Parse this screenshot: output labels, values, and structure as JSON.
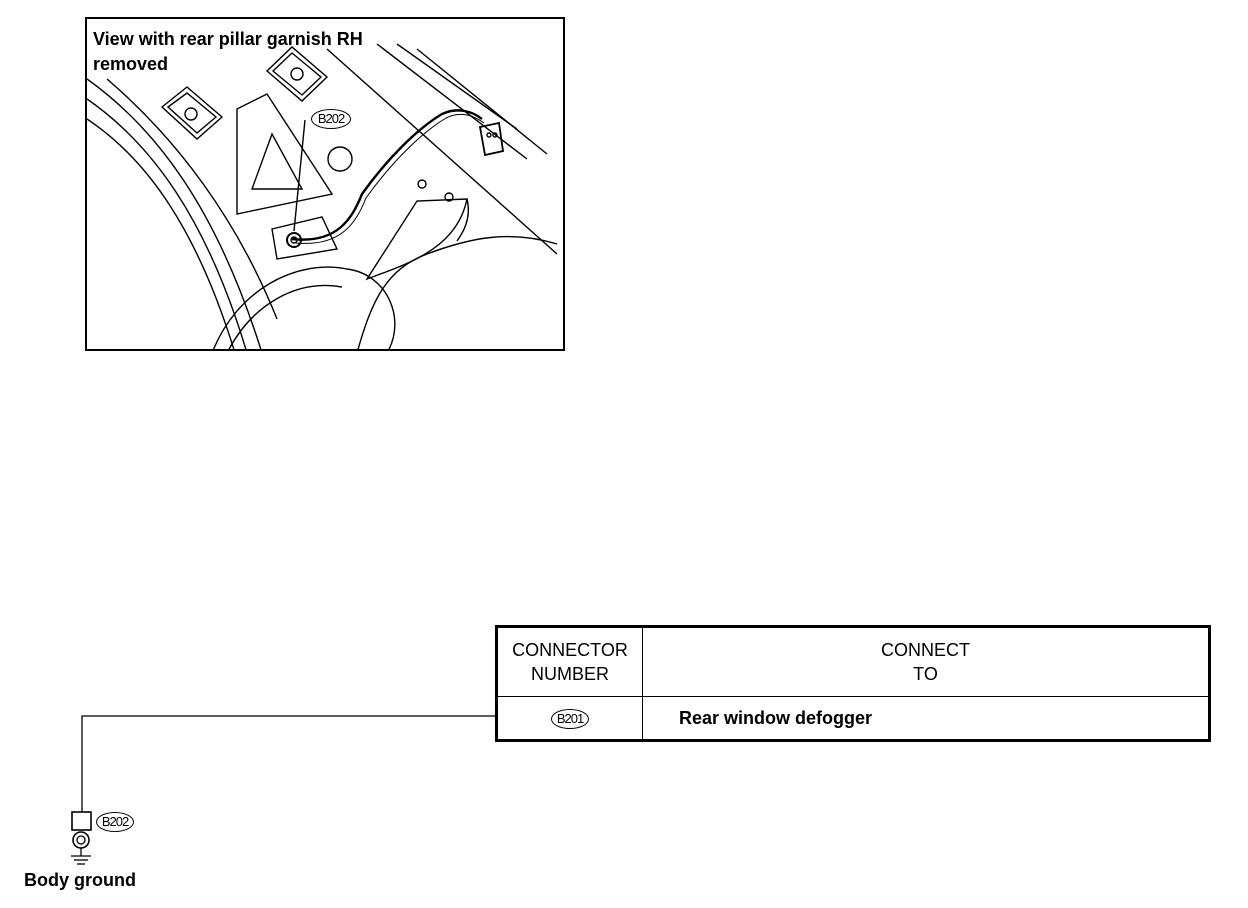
{
  "illustration": {
    "title": "View with rear pillar garnish RH\nremoved",
    "connector_tag": "B202"
  },
  "table": {
    "header_connector_number": "CONNECTOR\nNUMBER",
    "header_connect_to": "CONNECT\nTO",
    "rows": [
      {
        "connector": "B201",
        "connect_to": "Rear window defogger"
      }
    ]
  },
  "ground": {
    "connector_tag": "B202",
    "label": "Body ground"
  }
}
